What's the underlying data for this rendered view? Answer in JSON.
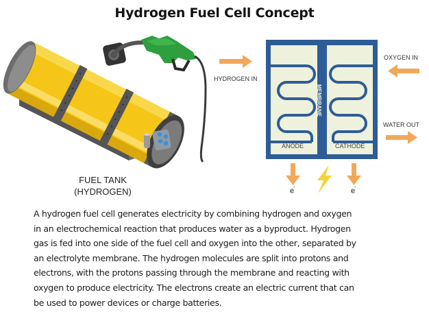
{
  "title": "Hydrogen Fuel Cell Concept",
  "colors": {
    "cell_blue": "#2e5c96",
    "cell_panel": "#eef1dc",
    "arrow_orange": "#f2a85a",
    "tank_yellow": "#f5c518",
    "tank_band": "#5a5a5a",
    "nozzle_green": "#2e9e3e",
    "bolt_yellow": "#f5d43a"
  },
  "fuel_tank": {
    "label_line1": "FUEL TANK",
    "label_line2": "(HYDROGEN)"
  },
  "fuel_cell": {
    "hydrogen_in": "HYDROGEN IN",
    "oxygen_in": "OXYGEN IN",
    "water_out": "WATER OUT",
    "anode": "ANODE",
    "cathode": "CATHODE",
    "membrane": "MEMBRANE",
    "electron_left": "e",
    "electron_right": "e",
    "electron_charge": "-"
  },
  "description": {
    "lines": [
      "A hydrogen fuel cell generates electricity by combining hydrogen and oxygen",
      "in an electrochemical reaction that produces water as a byproduct. Hydrogen",
      "gas is fed into one side of the fuel cell and oxygen into the other, separated by",
      "an electrolyte membrane. The hydrogen molecules are split into protons and",
      "electrons, with the protons passing through the membrane and reacting with",
      "oxygen to produce electricity. The electrons create an electric current that can",
      "be used to power devices or charge batteries."
    ]
  }
}
